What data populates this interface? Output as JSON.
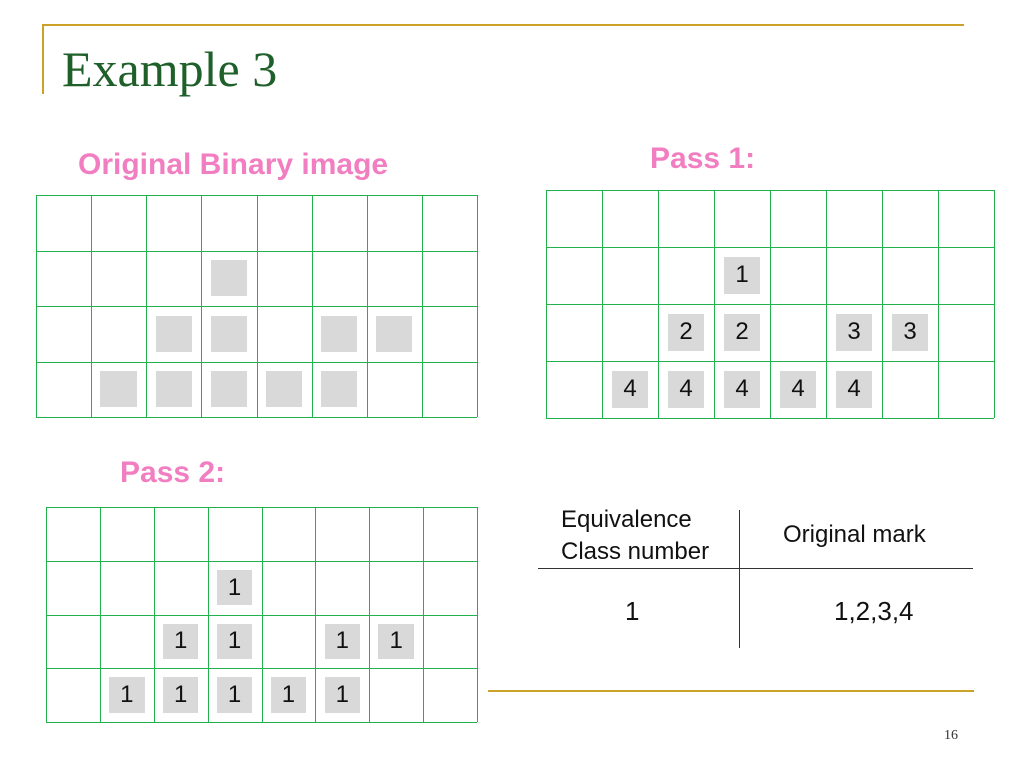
{
  "slide": {
    "title": "Example 3",
    "page_number": "16"
  },
  "original": {
    "label": "Original Binary image",
    "rows": [
      [
        0,
        0,
        0,
        0,
        0,
        0,
        0,
        0
      ],
      [
        0,
        0,
        0,
        1,
        0,
        0,
        0,
        0
      ],
      [
        0,
        0,
        1,
        1,
        0,
        1,
        1,
        0
      ],
      [
        0,
        1,
        1,
        1,
        1,
        1,
        0,
        0
      ]
    ]
  },
  "pass1": {
    "label": "Pass 1:",
    "rows": [
      [
        "",
        "",
        "",
        "",
        "",
        "",
        "",
        ""
      ],
      [
        "",
        "",
        "",
        "1",
        "",
        "",
        "",
        ""
      ],
      [
        "",
        "",
        "2",
        "2",
        "",
        "3",
        "3",
        ""
      ],
      [
        "",
        "4",
        "4",
        "4",
        "4",
        "4",
        "",
        ""
      ]
    ]
  },
  "pass2": {
    "label": "Pass 2:",
    "rows": [
      [
        "",
        "",
        "",
        "",
        "",
        "",
        "",
        ""
      ],
      [
        "",
        "",
        "",
        "1",
        "",
        "",
        "",
        ""
      ],
      [
        "",
        "",
        "1",
        "1",
        "",
        "1",
        "1",
        ""
      ],
      [
        "",
        "1",
        "1",
        "1",
        "1",
        "1",
        "",
        ""
      ]
    ]
  },
  "equivalence": {
    "header_col1_line1": "Equivalence",
    "header_col1_line2": "Class number",
    "header_col2": "Original mark",
    "rows": [
      {
        "class_number": "1",
        "original_mark": "1,2,3,4"
      }
    ]
  },
  "colors": {
    "grid": "#22b14c",
    "filled_cell": "#d9d9d9",
    "label": "#f27ec2",
    "title": "#1f5f2a",
    "frame": "#c9a227"
  }
}
